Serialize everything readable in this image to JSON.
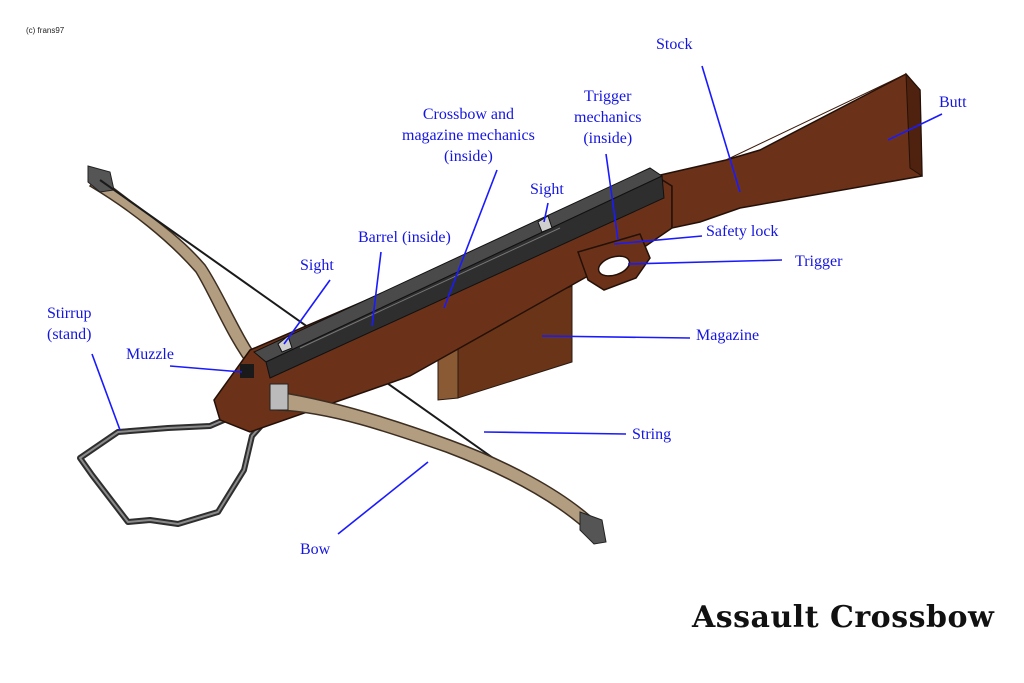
{
  "copyright": "(c) frans97",
  "title": "Assault Crossbow",
  "colors": {
    "label": "#1515e0",
    "leader": "#1a1aff",
    "wood": "#6b3219",
    "bow_limb": "#b39d80",
    "metal_top": "#3f3f3f",
    "magazine": "#6a3418",
    "string": "#1a1a1a"
  },
  "labels": {
    "stock": "Stock",
    "butt": "Butt",
    "trigger_mechanics": [
      "Trigger",
      "mechanics",
      "(inside)"
    ],
    "crossbow_mechanics": [
      "Crossbow and",
      "magazine mechanics",
      "(inside)"
    ],
    "sight_rear": "Sight",
    "safety_lock": "Safety lock",
    "trigger": "Trigger",
    "barrel": "Barrel (inside)",
    "sight_front": "Sight",
    "stirrup": [
      "Stirrup",
      "(stand)"
    ],
    "muzzle": "Muzzle",
    "magazine": "Magazine",
    "string": "String",
    "bow": "Bow"
  }
}
